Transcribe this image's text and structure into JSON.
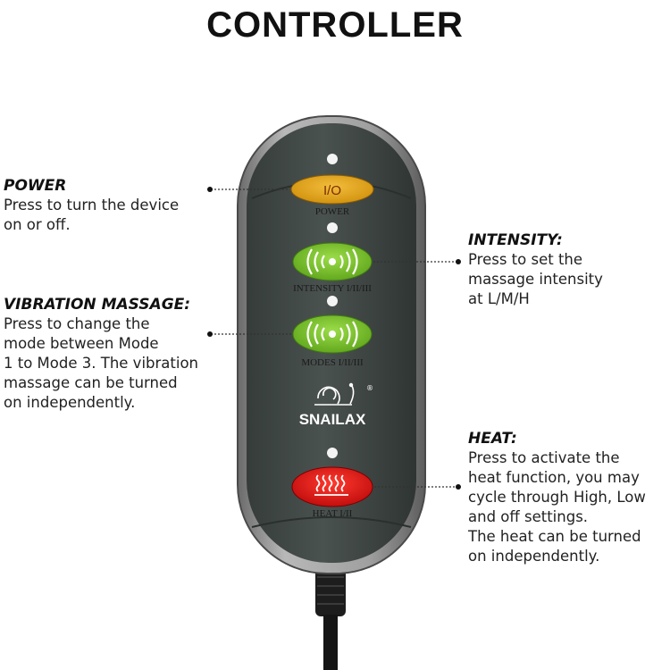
{
  "title": "CONTROLLER",
  "controller": {
    "brand": "SNAILAX",
    "registered_mark": "®",
    "power_button_symbol": "I/O",
    "power_label": "POWER",
    "intensity_label": "INTENSITY I/II/III",
    "modes_label": "MODES I/II/III",
    "heat_label": "HEAT I/II",
    "colors": {
      "body": "#3f4745",
      "rim": "#9a9a9a",
      "power_button": "#e6a81c",
      "intensity_button": "#7ec62f",
      "heat_button": "#e11c1c",
      "cable": "#1a1a1a"
    },
    "icons": [
      "vibration-wave-icon",
      "heat-wave-icon",
      "snail-logo-icon"
    ]
  },
  "callouts": {
    "power": {
      "heading": "POWER",
      "body": "Press to turn the device\non or off."
    },
    "vibration": {
      "heading": "VIBRATION MASSAGE:",
      "body": "Press to change the\nmode between Mode\n1 to Mode 3. The vibration\nmassage can be turned\non independently."
    },
    "intensity": {
      "heading": "INTENSITY:",
      "body": "Press to set the\nmassage intensity\nat L/M/H"
    },
    "heat": {
      "heading": "HEAT:",
      "body": "Press to activate the\nheat function, you may\ncycle through High, Low\nand off settings.\nThe heat can be turned\non independently."
    }
  }
}
